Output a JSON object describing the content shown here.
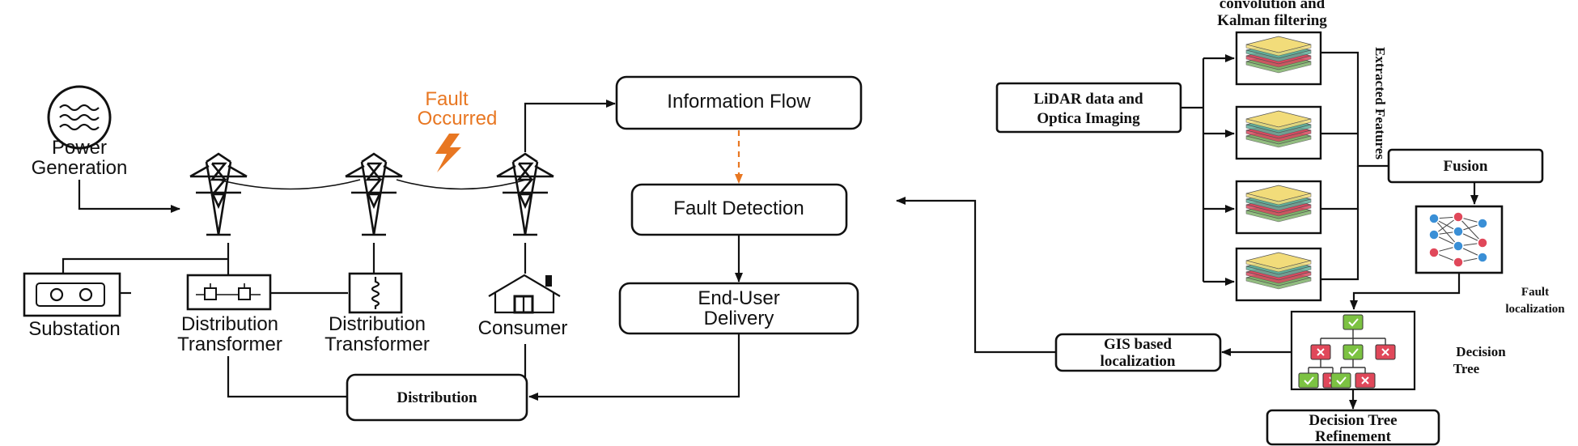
{
  "left": {
    "power_generation": [
      "Power",
      "Generation"
    ],
    "fault": [
      "Fault",
      "Occurred"
    ],
    "substation": "Substation",
    "dist_transformer_1": [
      "Distribution",
      "Transformer"
    ],
    "dist_transformer_2": [
      "Distribution",
      "Transformer"
    ],
    "consumer": "Consumer",
    "distribution": "Distribution"
  },
  "flow": {
    "information_flow": "Information Flow",
    "fault_detection": "Fault Detection",
    "end_user_delivery": [
      "End-User",
      "Delivery"
    ]
  },
  "right": {
    "convolution": [
      "convolution and",
      "Kalman filtering"
    ],
    "lidar": [
      "LiDAR data and",
      "Optica Imaging"
    ],
    "extracted_features": "Extracted Features",
    "fusion": "Fusion",
    "fault_localization": [
      "Fault",
      "localization"
    ],
    "decision_tree": [
      "Decision",
      "Tree"
    ],
    "gis": [
      "GIS based",
      "localization"
    ],
    "refinement": [
      "Decision Tree",
      "Refinement"
    ]
  },
  "colors": {
    "fault_orange": "#E87722",
    "layer_yellow": "#F2DC7A",
    "layer_teal": "#5FAE9A",
    "layer_red": "#D9485F",
    "layer_green": "#7FB26B",
    "node_blue": "#3A8FD6",
    "node_red": "#E0485A",
    "tree_green": "#7CC242",
    "tree_red": "#E0485A"
  }
}
